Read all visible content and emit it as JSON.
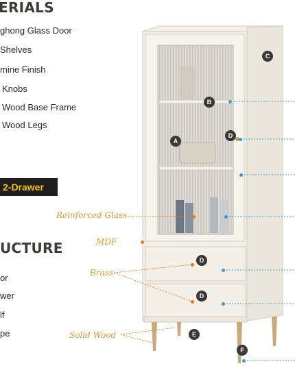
{
  "materials": {
    "title": "ERIALS",
    "items": [
      "ghong Glass Door",
      "Shelves",
      "mine Finish",
      "Knobs",
      "Wood Base Frame",
      "Wood Legs"
    ]
  },
  "drawer_badge": "2-Drawer",
  "structure": {
    "title": "UCTURE",
    "items": [
      "or",
      "wer",
      "lf",
      "pe"
    ]
  },
  "callouts": {
    "reinforced_glass": "Reinforced Glass",
    "mdf": "MDF",
    "brass": "Brass",
    "solid_wood": "Solid Wood"
  },
  "markers": {
    "a": "A",
    "b": "B",
    "c": "C",
    "d_door": "D",
    "d_drawer1": "D",
    "d_drawer2": "D",
    "e": "E",
    "f": "F"
  },
  "colors": {
    "cabinet": "#ece7dd",
    "accent_orange": "#d99a2e",
    "leader_blue": "#3a9ad6",
    "badge_bg": "#1e1e1e",
    "badge_text": "#f2c000"
  }
}
